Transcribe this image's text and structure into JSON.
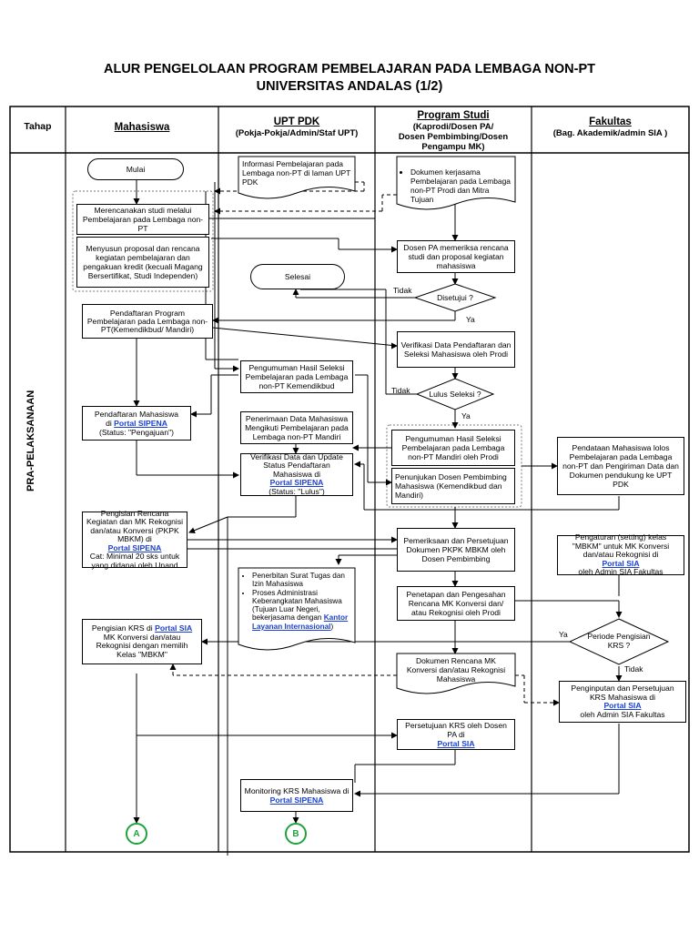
{
  "title": {
    "line1": "ALUR PENGELOLAAN PROGRAM PEMBELAJARAN PADA LEMBAGA NON-PT",
    "line2": "UNIVERSITAS ANDALAS (1/2)"
  },
  "columns": {
    "tahap": "Tahap",
    "mahasiswa": "Mahasiswa",
    "upt_title": "UPT PDK",
    "upt_sub": "(Pokja-Pokja/Admin/Staf UPT)",
    "prodi_title": "Program Studi",
    "prodi_sub1": "(Kaprodi/Dosen PA/",
    "prodi_sub2": "Dosen Pembimbing/Dosen",
    "prodi_sub3": "Pengampu MK)",
    "fak_title": "Fakultas",
    "fak_sub": "(Bag. Akademik/admin SIA )"
  },
  "phase": "PRA-PELAKSANAAN",
  "mahasiswa": {
    "mulai": "Mulai",
    "merencanakan": "Merencanakan studi melalui Pembelajaran pada Lembaga non-PT",
    "menyusun": "Menyusun proposal dan rencana kegiatan pembelajaran dan pengakuan kredit (kecuali Magang Bersertifikat, Studi Independen)",
    "pendaftaran_program": "Pendaftaran Program Pembelajaran pada Lembaga non-PT(Kemendikbud/ Mandiri)",
    "pendaftaran_mhs": "Pendaftaran Mahasiswa",
    "pendaftaran_mhs_di": "di",
    "pendaftaran_mhs_link": "Portal SIPENA",
    "pendaftaran_mhs_status": "(Status: \"Pengajuan\")",
    "pengisian_rencana": "Pengisian Rencana Kegiatan dan MK Rekognisi dan/atau Konversi (PKPK MBKM) di",
    "pengisian_rencana_link": "Portal SIPENA",
    "pengisian_rencana_cat": "Cat: Minimal 20 sks untuk yang didanai oleh Unand",
    "pengisian_krs_pre": "Pengisian KRS di",
    "pengisian_krs_link": "Portal SIA",
    "pengisian_krs_post": "MK Konversi dan/atau Rekognisi dengan memilih Kelas \"MBKM\"",
    "conn_a": "A"
  },
  "upt": {
    "informasi": "Informasi Pembelajaran pada Lembaga non-PT di laman UPT PDK",
    "selesai": "Selesai",
    "pengumuman": "Pengumuman Hasil Seleksi Pembelajaran pada Lembaga non-PT Kemendikbud",
    "penerimaan": "Penerimaan Data Mahasiswa Mengikuti Pembelajaran pada Lembaga non-PT Mandiri",
    "verifikasi_pre": "Verifikasi Data dan Update Status Pendaftaran Mahasiswa di",
    "verifikasi_link": "Portal SIPENA",
    "verifikasi_status": "(Status: \"Lulus\")",
    "penerbitan": "Penerbitan Surat Tugas dan Izin Mahasiswa",
    "proses_pre": "Proses Administrasi Keberangkatan Mahasiswa (Tujuan Luar Negeri, bekerjasama dengan",
    "proses_link": "Kantor Layanan Internasional",
    "proses_post": ")",
    "monitoring_pre": "Monitoring KRS Mahasiswa di",
    "monitoring_link": "Portal SIPENA",
    "conn_b": "B"
  },
  "prodi": {
    "dokumen_kerjasama": "Dokumen kerjasama Pembelajaran pada Lembaga non-PT Prodi dan Mitra Tujuan",
    "dosen_pa": "Dosen PA memeriksa rencana studi dan proposal kegiatan mahasiswa",
    "disetujui": "Disetujui ?",
    "tidak1": "Tidak",
    "ya1": "Ya",
    "verifikasi_prodi": "Verifikasi Data Pendaftaran dan Seleksi Mahasiswa oleh Prodi",
    "lulus": "Lulus Seleksi ?",
    "tidak2": "Tidak",
    "ya2": "Ya",
    "pengumuman_mandiri": "Pengumuman Hasil Seleksi Pembelajaran pada Lembaga non-PT Mandiri oleh Prodi",
    "penunjukan": "Penunjukan Dosen Pembimbing Mahasiswa (Kemendikbud dan Mandiri)",
    "pemeriksaan": "Pemeriksaan dan Persetujuan Dokumen PKPK MBKM oleh Dosen Pembimbing",
    "penetapan": "Penetapan dan Pengesahan Rencana MK Konversi dan/ atau Rekognisi oleh Prodi",
    "dokumen_rencana": "Dokumen Rencana MK Konversi dan/atau Rekognisi Mahasiswa",
    "persetujuan_pre": "Persetujuan KRS oleh Dosen PA di",
    "persetujuan_link": "Portal SIA"
  },
  "fakultas": {
    "pendataan": "Pendataan Mahasiswa lolos Pembelajaran pada Lembaga non-PT dan Pengiriman Data dan Dokumen pendukung ke UPT PDK",
    "pengaturan_pre": "Pengaturan (setting) kelas \"MBKM\" untuk MK Konversi dan/atau Rekognisi di",
    "pengaturan_link": "Portal SIA",
    "pengaturan_post": "oleh Admin SIA Fakultas",
    "periode": "Periode Pengisian KRS ?",
    "ya": "Ya",
    "tidak": "Tidak",
    "penginputan_pre": "Penginputan dan Persetujuan KRS Mahasiswa di",
    "penginputan_link": "Portal SIA",
    "penginputan_post": "oleh Admin SIA Fakultas"
  },
  "colors": {
    "connector": "#1fa23b",
    "link": "#1a3fd0",
    "line": "#000000"
  }
}
